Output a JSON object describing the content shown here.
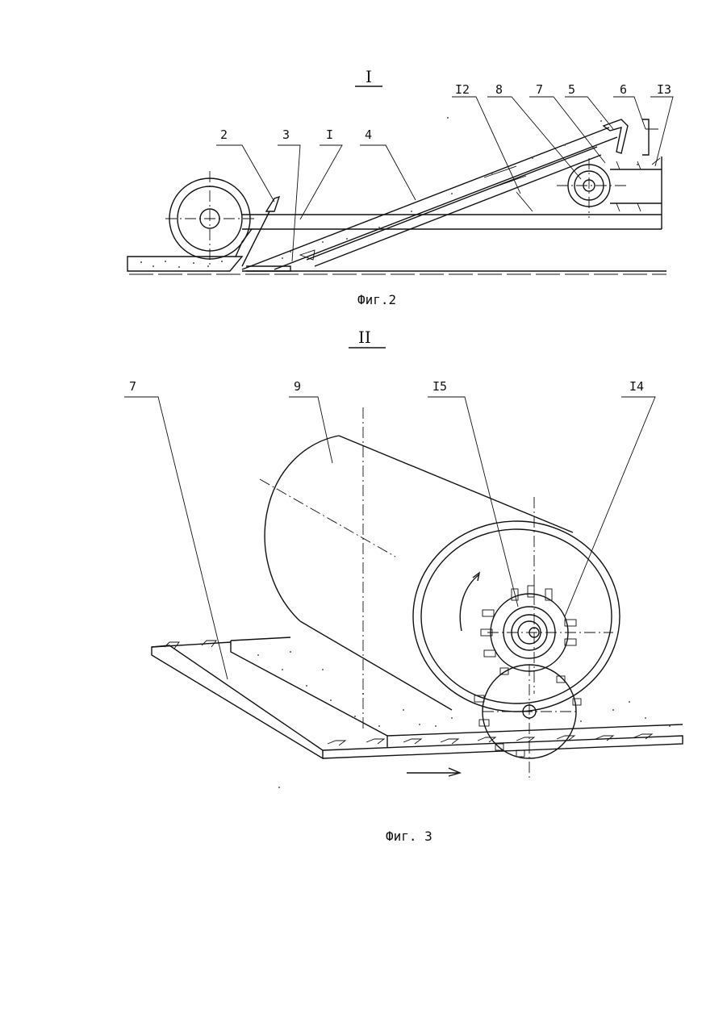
{
  "figure2": {
    "section_label": "I",
    "caption": "Фиг.2",
    "callouts": [
      "2",
      "3",
      "I",
      "4",
      "I2",
      "8",
      "7",
      "5",
      "6",
      "I3"
    ]
  },
  "figure3": {
    "section_label": "II",
    "caption": "Фиг. 3",
    "callouts": [
      "7",
      "9",
      "I5",
      "I4"
    ]
  },
  "icons": {
    "motion_arrow": "arrow-right-icon",
    "rotation_arrow": "curved-arrow-icon"
  }
}
